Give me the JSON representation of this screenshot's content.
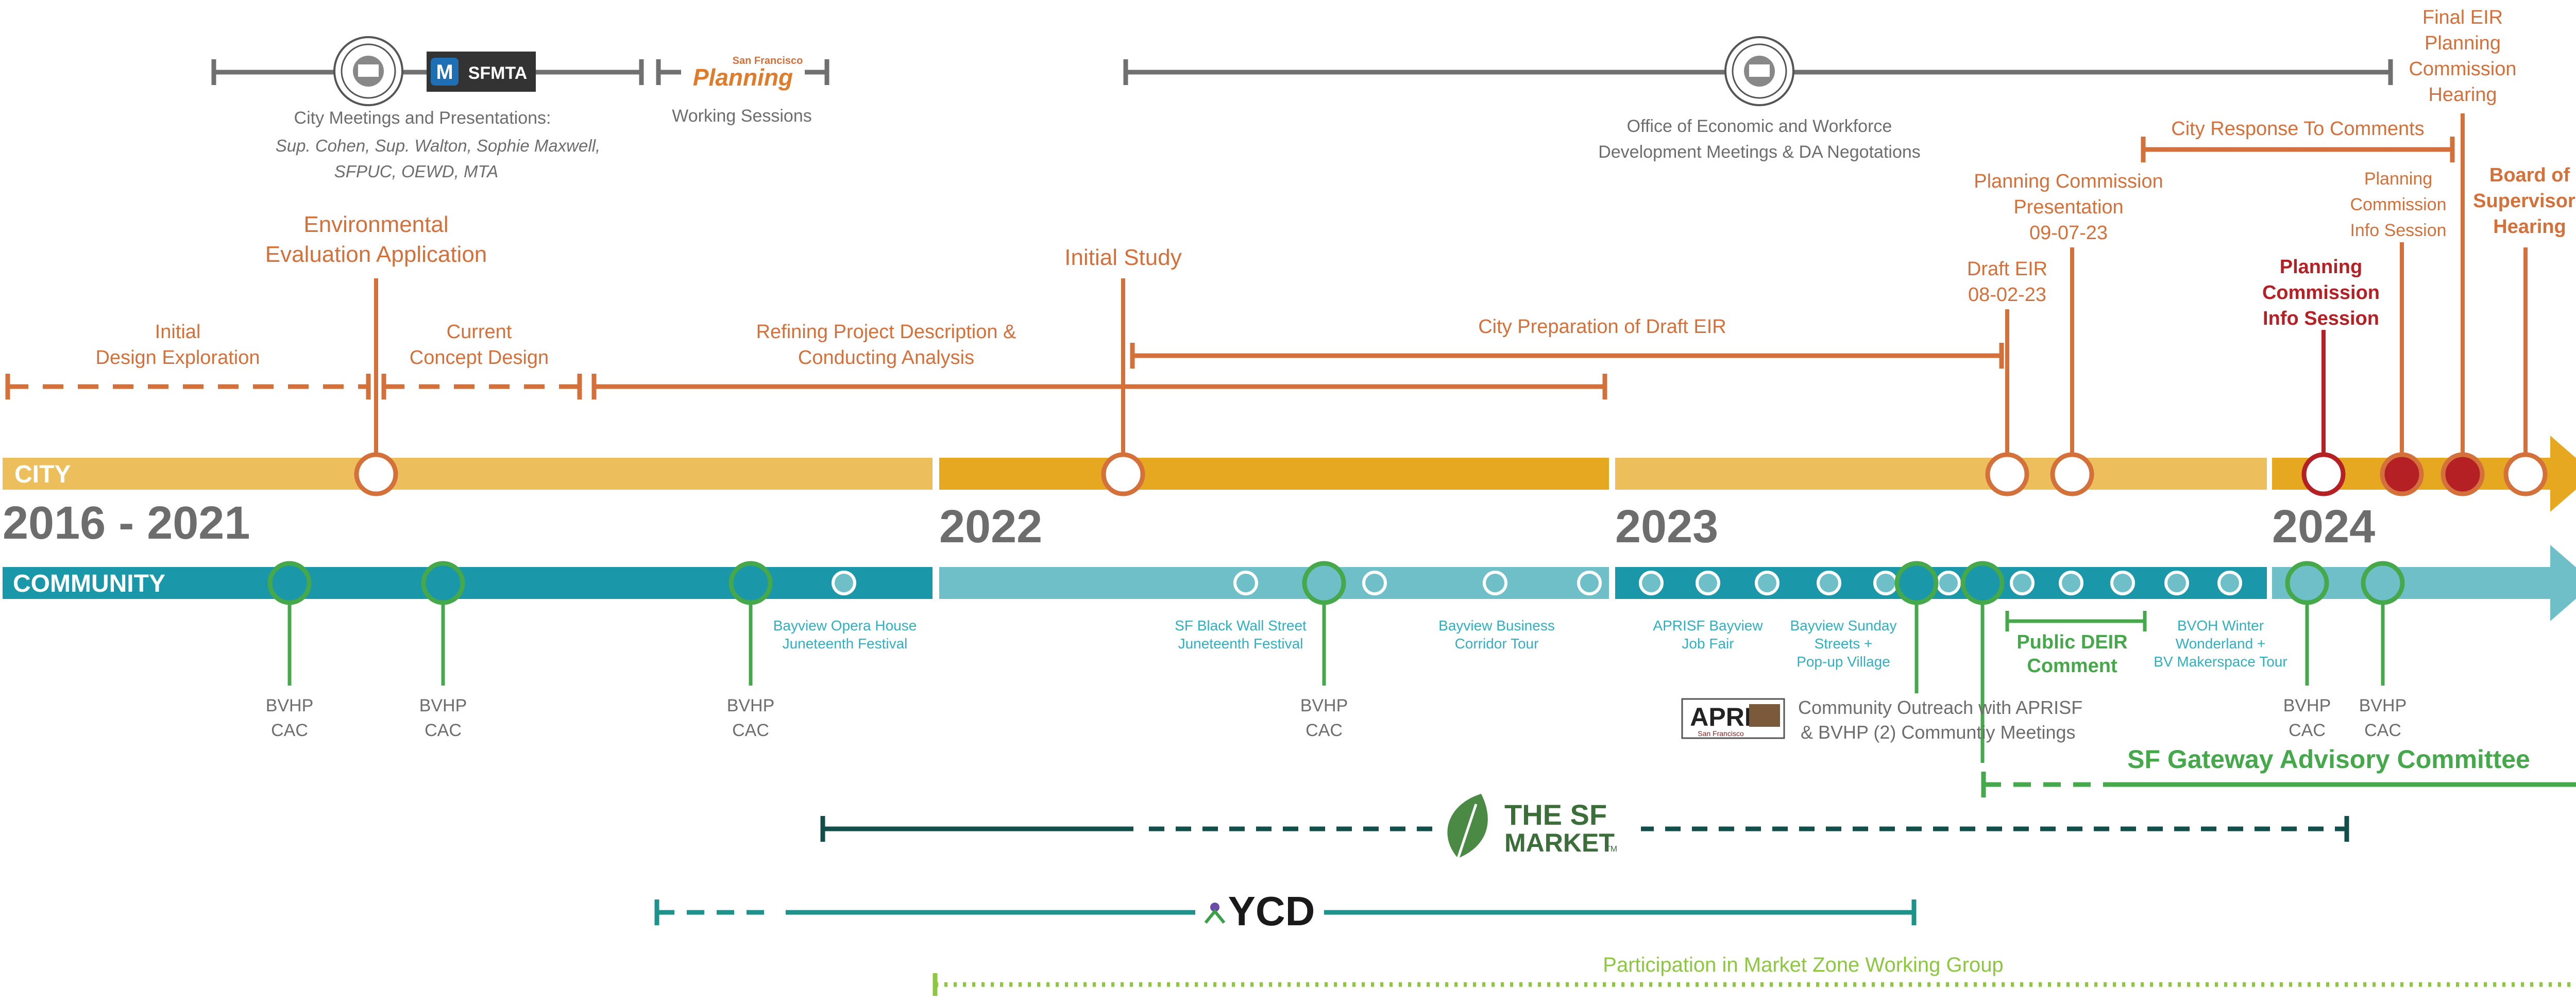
{
  "colors": {
    "orange": "#d4703a",
    "red": "#b52025",
    "gold": "#e6a820",
    "gold_light": "#ecbf5c",
    "teal": "#1a97a8",
    "teal_light": "#6fbfc9",
    "teal_text": "#2fb0c0",
    "green": "#45a84a",
    "dark_green": "#124f4a",
    "teal_green": "#1e938c",
    "light_green": "#8dc63f",
    "gray": "#707070",
    "gray_text": "#6d6d6d",
    "sfmta_blue": "#1f6fb5"
  },
  "top_agencies": {
    "sfmta_logo": "SFMTA",
    "sf_planning_small": "San Francisco",
    "sf_planning_big": "Planning",
    "city_meetings_title": "City Meetings and Presentations:",
    "city_meetings_names": [
      "Sup. Cohen, Sup. Walton, Sophie Maxwell,",
      "SFPUC, OEWD, MTA"
    ],
    "working_sessions": "Working Sessions",
    "oewd_text": [
      "Office of Economic and Workforce",
      "Development Meetings & DA Negotations"
    ]
  },
  "city_milestones": {
    "initial_design": [
      "Initial",
      "Design Exploration"
    ],
    "env_eval": [
      "Environmental",
      "Evaluation Application"
    ],
    "current_concept": [
      "Current",
      "Concept Design"
    ],
    "refining": [
      "Refining Project Description &",
      "Conducting Analysis"
    ],
    "initial_study": "Initial Study",
    "city_prep": "City Preparation of Draft EIR",
    "draft_eir": [
      "Draft EIR",
      "08-02-23"
    ],
    "pc_presentation": [
      "Planning Commission",
      "Presentation",
      "09-07-23"
    ],
    "city_response": "City Response To Comments",
    "final_eir": [
      "Final EIR",
      "Planning",
      "Commission",
      "Hearing"
    ],
    "pc_info_session_orange": [
      "Planning",
      "Commission",
      "Info Session"
    ],
    "board_supervisors": [
      "Board of",
      "Supervisors",
      "Hearing"
    ],
    "pc_info_session_red": [
      "Planning",
      "Commission",
      "Info Session"
    ]
  },
  "timeline": {
    "city_label": "CITY",
    "community_label": "COMMUNITY",
    "years": [
      "2016 - 2021",
      "2022",
      "2023",
      "2024"
    ]
  },
  "community_events": {
    "juneteenth_opera": [
      "Bayview Opera House",
      "Juneteenth Festival"
    ],
    "black_wall_street": [
      "SF Black Wall Street",
      "Juneteenth Festival"
    ],
    "corridor_tour": [
      "Bayview Business",
      "Corridor Tour"
    ],
    "aprisf_job_fair": [
      "APRISF Bayview",
      "Job Fair"
    ],
    "sunday_streets": [
      "Bayview Sunday",
      "Streets +",
      "Pop-up Village"
    ],
    "bvoh_winter": [
      "BVOH Winter",
      "Wonderland +",
      "BV Makerspace Tour"
    ],
    "public_deir": [
      "Public DEIR",
      "Comment"
    ],
    "outreach": [
      "Community Outreach with APRISF",
      "& BVHP (2) Communtiy Meetings"
    ],
    "bvhp_cac": [
      "BVHP",
      "CAC"
    ],
    "aprisf_logo": "APRI",
    "aprisf_logo_small": "San Francisco"
  },
  "bottom_groups": {
    "advisory": "SF Gateway Advisory Committee",
    "sf_market_the": "THE SF",
    "sf_market_market": "MARKET",
    "sf_market_tm": "TM",
    "ycd_logo": "YCD",
    "market_zone": "Participation in Market Zone Working Group"
  }
}
